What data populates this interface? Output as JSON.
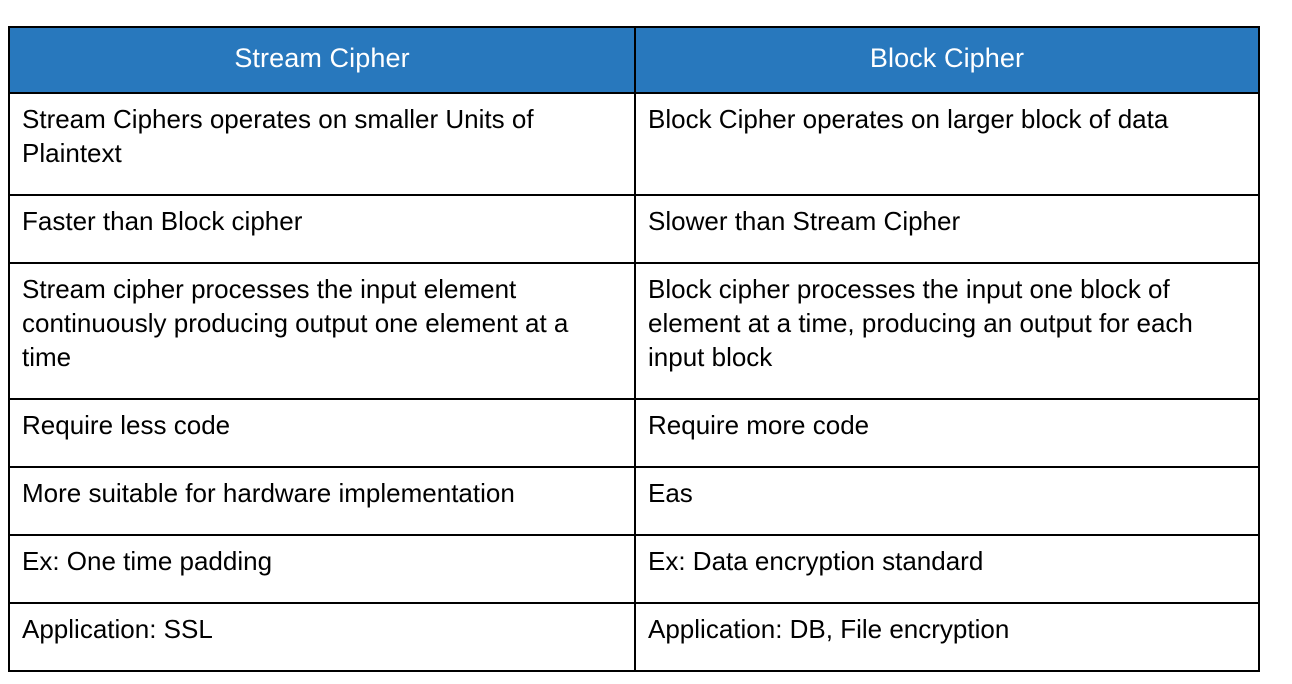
{
  "document": {
    "type": "comparison-table",
    "title": "Stream Cipher vs Block Cipher"
  },
  "table": {
    "header_background_color": "#2878BD",
    "header_text_color": "#FFFFFF",
    "border_color": "#000000",
    "body_text_color": "#000000",
    "columns": [
      {
        "label": "Stream Cipher"
      },
      {
        "label": "Block Cipher"
      }
    ],
    "rows": [
      {
        "height_class": "r-tall",
        "left": "Stream Ciphers operates on smaller Units of Plaintext",
        "right": "Block Cipher operates on larger block of data"
      },
      {
        "height_class": "r-short",
        "left": "Faster than Block cipher",
        "right": "Slower than Stream Cipher"
      },
      {
        "height_class": "r-tallest",
        "left": "Stream cipher processes the input element continuously producing output one element at a time",
        "right": "Block cipher processes the input one block of element at a time, producing an output for each input block"
      },
      {
        "height_class": "r-short",
        "left": "Require less code",
        "right": "Require more code"
      },
      {
        "height_class": "r-short",
        "left": "More suitable for hardware implementation",
        "right": "Eas"
      },
      {
        "height_class": "r-short",
        "left": "Ex: One time padding",
        "right": "Ex: Data encryption standard"
      },
      {
        "height_class": "r-short",
        "left": "Application: SSL",
        "right": "Application: DB, File encryption"
      }
    ]
  }
}
